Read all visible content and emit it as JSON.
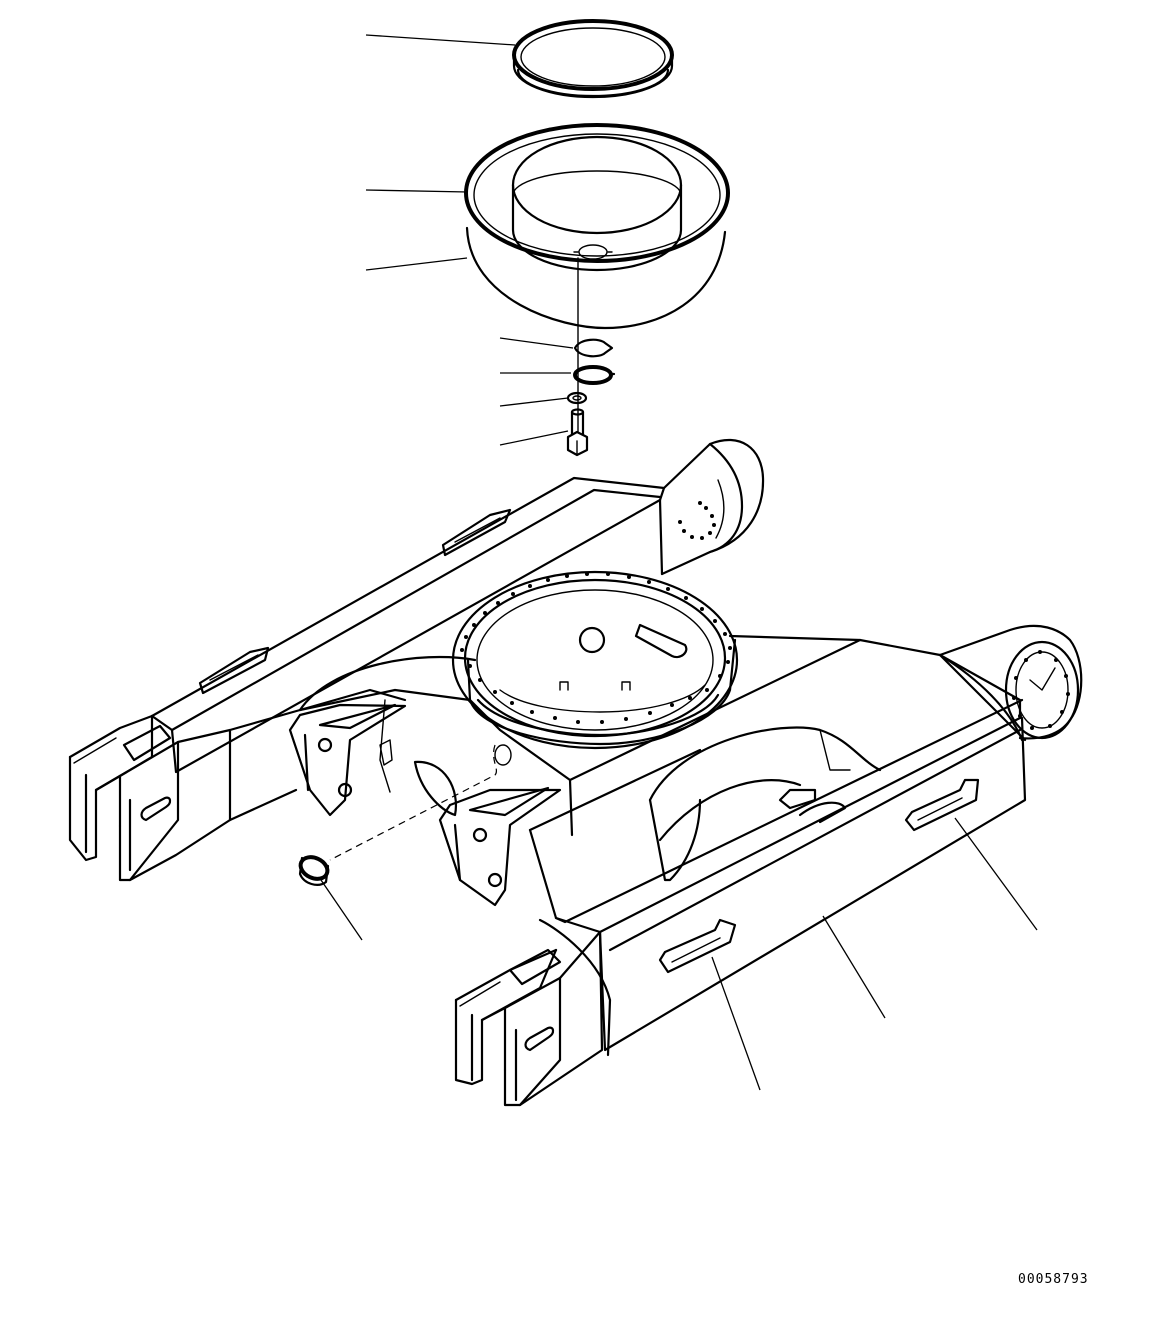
{
  "drawing": {
    "id_number": "00058793",
    "parts": [
      {
        "key": "seal-ring",
        "icon": "seal-ring-icon"
      },
      {
        "key": "ring-cover",
        "icon": "ring-cover-icon"
      },
      {
        "key": "skirt-cover",
        "icon": "skirt-cover-icon"
      },
      {
        "key": "gasket",
        "icon": "gasket-icon"
      },
      {
        "key": "plate",
        "icon": "plate-icon"
      },
      {
        "key": "washer",
        "icon": "washer-icon"
      },
      {
        "key": "bolt",
        "icon": "bolt-icon"
      },
      {
        "key": "plug",
        "icon": "plug-icon"
      },
      {
        "key": "track-frame",
        "icon": "track-frame-icon"
      },
      {
        "key": "guard-right",
        "icon": "guard-icon"
      },
      {
        "key": "guard-front",
        "icon": "guard-icon"
      }
    ]
  }
}
